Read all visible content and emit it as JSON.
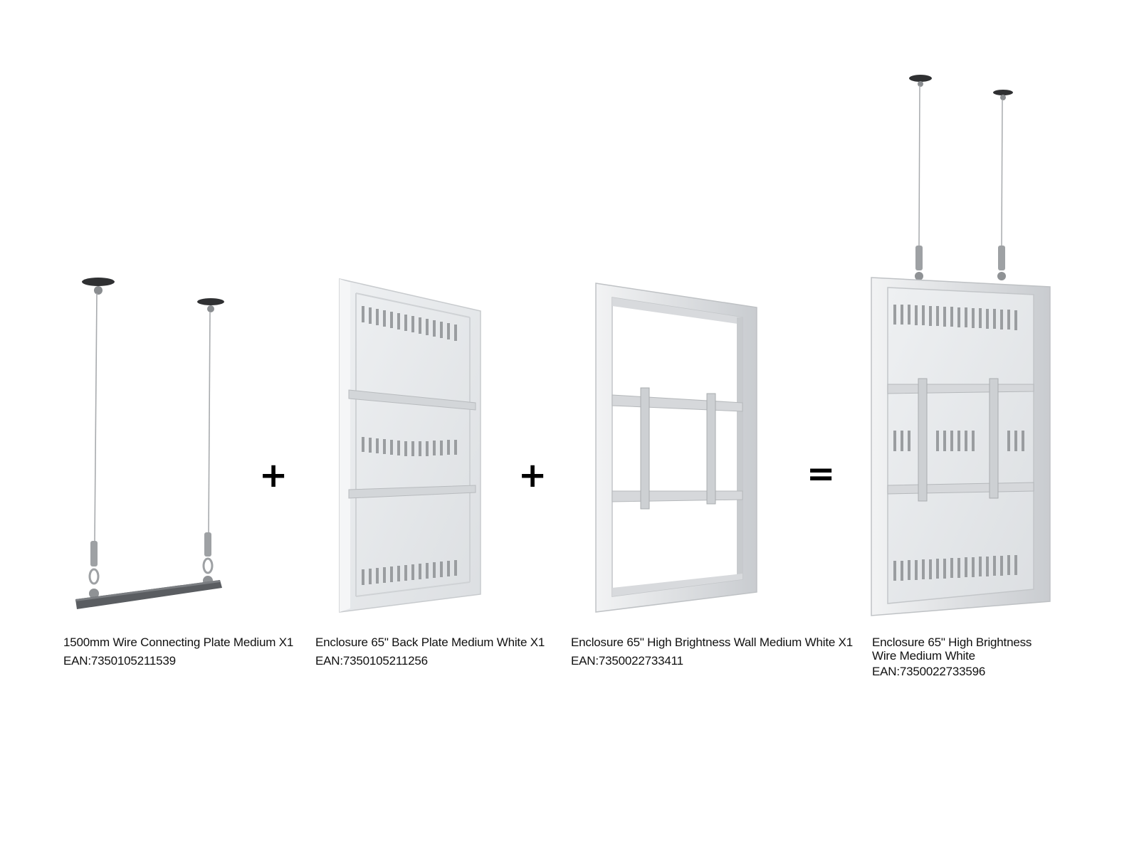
{
  "products": [
    {
      "name": "1500mm Wire Connecting Plate Medium X1",
      "ean": "EAN:7350105211539"
    },
    {
      "name": "Enclosure 65\" Back Plate Medium White X1",
      "ean": "EAN:7350105211256"
    },
    {
      "name": "Enclosure 65\" High Brightness Wall Medium White X1",
      "ean": "EAN:7350022733411"
    },
    {
      "name_line1": "Enclosure 65\" High Brightness",
      "name_line2": "Wire Medium White",
      "ean": "EAN:7350022733596"
    }
  ],
  "operators": {
    "plus1": "+",
    "plus2": "+",
    "equals": "="
  },
  "colors": {
    "panel": "#e3e5e7",
    "frame": "#cfd2d5",
    "rail": "#d8dadd",
    "wire": "#a8abae",
    "plate": "#55585c",
    "cap": "#333436"
  }
}
